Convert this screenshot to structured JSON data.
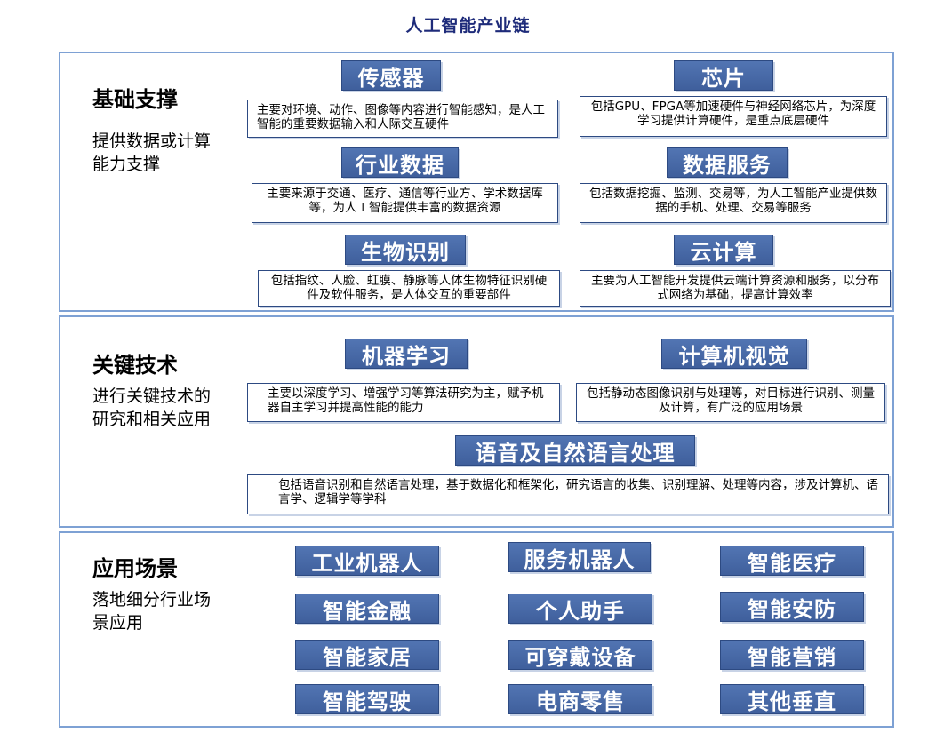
{
  "title": "人工智能产业链",
  "sections": {
    "foundation": {
      "heading": "基础支撑",
      "subtitle": "提供数据或计算能力支撑",
      "items": [
        {
          "label": "传感器",
          "desc": "主要对环境、动作、图像等内容进行智能感知，是人工智能的重要数据输入和人际交互硬件"
        },
        {
          "label": "芯片",
          "desc": "包括GPU、FPGA等加速硬件与神经网络芯片，为深度学习提供计算硬件，是重点底层硬件"
        },
        {
          "label": "行业数据",
          "desc": "主要来源于交通、医疗、通信等行业方、学术数据库等，为人工智能提供丰富的数据资源"
        },
        {
          "label": "数据服务",
          "desc": "包括数据挖掘、监测、交易等，为人工智能产业提供数据的手机、处理、交易等服务"
        },
        {
          "label": "生物识别",
          "desc": "包括指纹、人脸、虹膜、静脉等人体生物特征识别硬件及软件服务，是人体交互的重要部件"
        },
        {
          "label": "云计算",
          "desc": "主要为人工智能开发提供云端计算资源和服务，以分布式网络为基础，提高计算效率"
        }
      ]
    },
    "key_tech": {
      "heading": "关键技术",
      "subtitle": "进行关键技术的研究和相关应用",
      "items": [
        {
          "label": "机器学习",
          "desc": "主要以深度学习、增强学习等算法研究为主，赋予机器自主学习并提高性能的能力"
        },
        {
          "label": "计算机视觉",
          "desc": "包括静动态图像识别与处理等，对目标进行识别、测量及计算，有广泛的应用场景"
        },
        {
          "label": "语音及自然语言处理",
          "desc": "包括语音识别和自然语言处理，基于数据化和框架化，研究语言的收集、识别理解、处理等内容，涉及计算机、语言学、逻辑学等学科"
        }
      ]
    },
    "applications": {
      "heading": "应用场景",
      "subtitle": "落地细分行业场景应用",
      "items": [
        "工业机器人",
        "服务机器人",
        "智能医疗",
        "智能金融",
        "个人助手",
        "智能安防",
        "智能家居",
        "可穿戴设备",
        "智能营销",
        "智能驾驶",
        "电商零售",
        "其他垂直"
      ]
    }
  },
  "colors": {
    "label_bg": "#4a6aa8",
    "border": "#7ea1d4",
    "title": "#1e2b7a"
  }
}
